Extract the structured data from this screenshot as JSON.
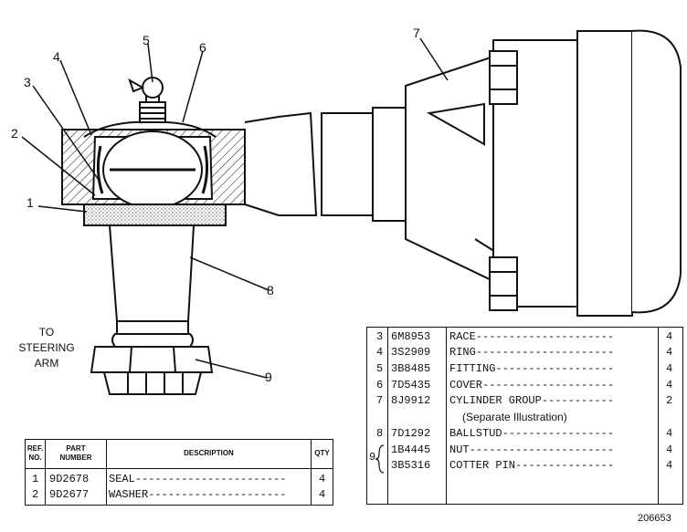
{
  "diagram": {
    "callouts": [
      {
        "id": "1",
        "label": "1"
      },
      {
        "id": "2",
        "label": "2"
      },
      {
        "id": "3",
        "label": "3"
      },
      {
        "id": "4",
        "label": "4"
      },
      {
        "id": "5",
        "label": "5"
      },
      {
        "id": "6",
        "label": "6"
      },
      {
        "id": "7",
        "label": "7"
      },
      {
        "id": "8",
        "label": "8"
      },
      {
        "id": "9",
        "label": "9"
      }
    ],
    "side_label": [
      "TO",
      "STEERING",
      "ARM"
    ],
    "figure_number": "206653"
  },
  "table_left": {
    "headers": {
      "ref": [
        "REF.",
        "NO."
      ],
      "part": [
        "PART",
        "NUMBER"
      ],
      "desc": "DESCRIPTION",
      "qty": "QTY"
    },
    "rows": [
      {
        "ref": "1",
        "part": "9D2678",
        "desc": "SEAL-----------------------",
        "qty": "4"
      },
      {
        "ref": "2",
        "part": "9D2677",
        "desc": "WASHER---------------------",
        "qty": "4"
      }
    ]
  },
  "table_right": {
    "rows": [
      {
        "ref": "3",
        "part": "6M8953",
        "desc": "RACE---------------------",
        "qty": "4"
      },
      {
        "ref": "4",
        "part": "3S2909",
        "desc": "RING---------------------",
        "qty": "4"
      },
      {
        "ref": "5",
        "part": "3B8485",
        "desc": "FITTING------------------",
        "qty": "4"
      },
      {
        "ref": "6",
        "part": "7D5435",
        "desc": "COVER--------------------",
        "qty": "4"
      },
      {
        "ref": "7",
        "part": "8J9912",
        "desc": "CYLINDER GROUP-----------",
        "qty": "2"
      },
      {
        "ref": "",
        "part": "",
        "desc": "(Separate Illustration)",
        "qty": ""
      },
      {
        "ref": "8",
        "part": "7D1292",
        "desc": "BALLSTUD-----------------",
        "qty": "4"
      },
      {
        "ref": "9",
        "part": "1B4445",
        "desc": "NUT----------------------",
        "qty": "4"
      },
      {
        "ref": "",
        "part": "3B5316",
        "desc": "COTTER PIN---------------",
        "qty": "4"
      }
    ]
  }
}
